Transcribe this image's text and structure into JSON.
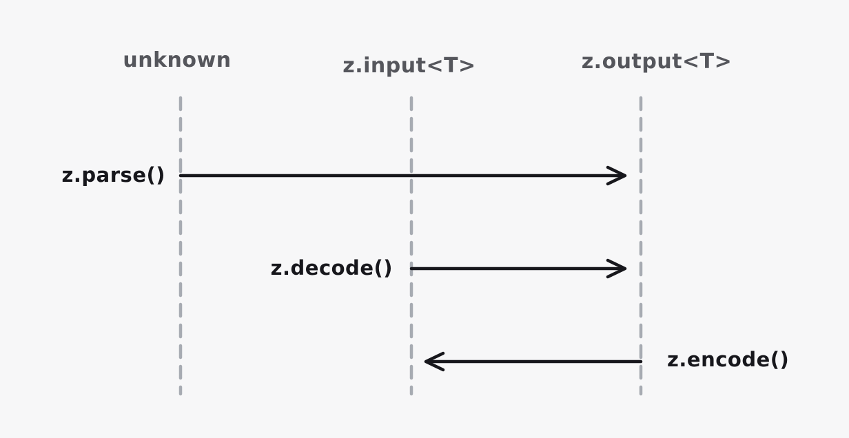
{
  "diagram": {
    "title": "zod parse/decode/encode sequence diagram",
    "colors": {
      "background": "#f7f7f8",
      "lifeline": "#a7abb2",
      "arrow": "#17171c",
      "lifeline_label_text": "#55565c",
      "message_label_text": "#17171c"
    },
    "lifelines": [
      {
        "id": "unknown",
        "label": "unknown"
      },
      {
        "id": "z-input",
        "label": "z.input<T>"
      },
      {
        "id": "z-output",
        "label": "z.output<T>"
      }
    ],
    "messages": [
      {
        "label": "z.parse()",
        "from": "unknown",
        "to": "z-output",
        "direction": "right"
      },
      {
        "label": "z.decode()",
        "from": "z-input",
        "to": "z-output",
        "direction": "right"
      },
      {
        "label": "z.encode()",
        "from": "z-output",
        "to": "z-input",
        "direction": "left"
      }
    ]
  }
}
